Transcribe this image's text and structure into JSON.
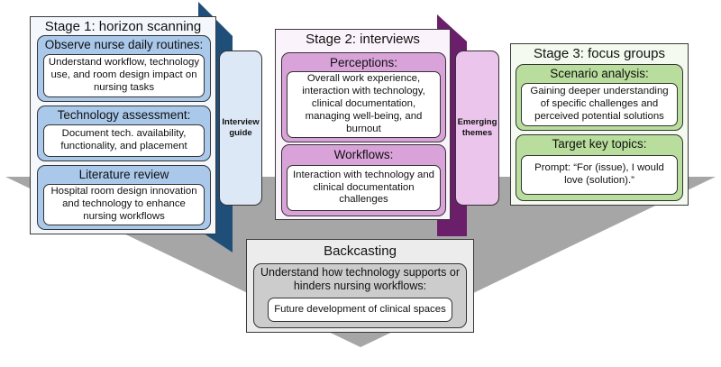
{
  "stage1": {
    "title": "Stage 1: horizon scanning",
    "cards": [
      {
        "title": "Observe nurse daily routines:",
        "detail": "Understand workflow, technology use, and room design impact on nursing tasks"
      },
      {
        "title": "Technology assessment:",
        "detail": "Document tech. availability, functionality, and placement"
      },
      {
        "title": "Literature review",
        "detail": "Hospital room design innovation and technology to enhance nursing workflows"
      }
    ]
  },
  "connector1": {
    "label": "Interview guide"
  },
  "stage2": {
    "title": "Stage 2: interviews",
    "cards": [
      {
        "title": "Perceptions:",
        "detail": "Overall work experience, interaction with technology, clinical documentation, managing well-being, and burnout"
      },
      {
        "title": "Workflows:",
        "detail": "Interaction with technology and clinical documentation challenges"
      }
    ]
  },
  "connector2": {
    "label": "Emerging themes"
  },
  "stage3": {
    "title": "Stage 3: focus groups",
    "cards": [
      {
        "title": "Scenario analysis:",
        "detail": "Gaining deeper understanding of specific challenges and perceived potential solutions"
      },
      {
        "title": "Target key topics:",
        "detail": "Prompt: “For (issue), I would love (solution).”"
      }
    ]
  },
  "backcasting": {
    "title": "Backcasting",
    "card_title": "Understand how technology supports or hinders nursing workflows:",
    "detail": "Future development of clinical spaces"
  },
  "colors": {
    "funnel": "#a6a6a6",
    "stage_blue_bg": "#f4f8fd",
    "card_blue": "#a9c8ea",
    "arrow_blue": "#1f4e79",
    "connector_blue": "#dce8f5",
    "stage_purple_bg": "#fbf3fb",
    "card_purple": "#d9a3d9",
    "arrow_purple": "#6b1f6b",
    "connector_purple": "#ebc5eb",
    "stage_green_bg": "#f4faef",
    "card_green": "#b8dd9c",
    "backcast_bg": "#ececec",
    "backcast_card": "#cccccc"
  }
}
